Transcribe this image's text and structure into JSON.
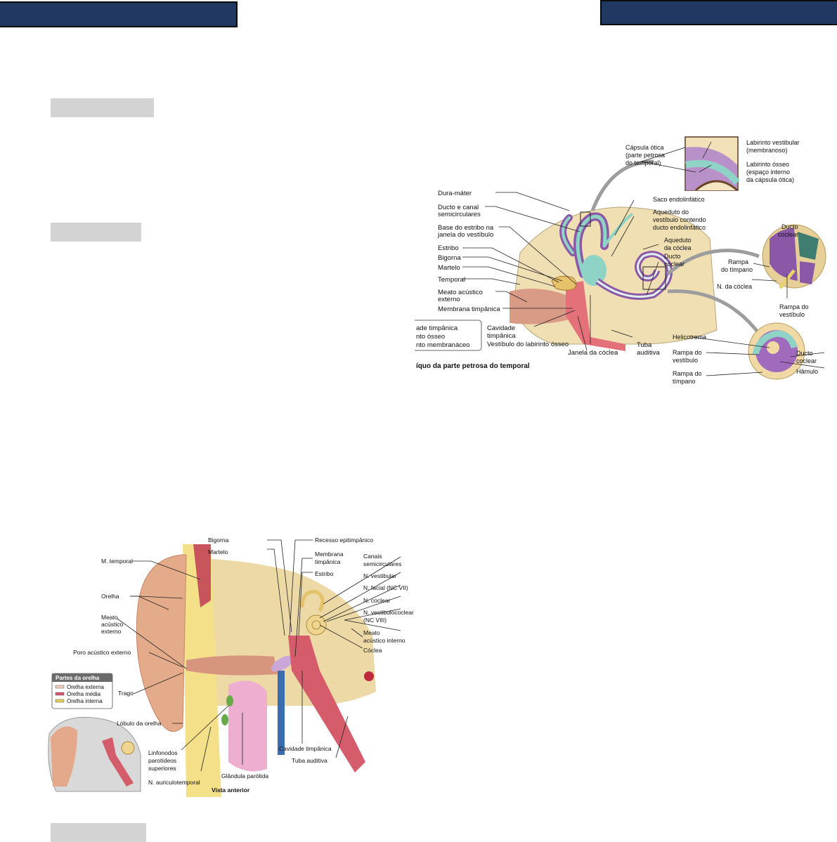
{
  "header": {
    "left_bar": "",
    "right_bar": ""
  },
  "colors": {
    "header_bar": "#213862",
    "redaction_block": "#d3d3d3"
  },
  "figure_top": {
    "caption_partial": "íquo da parte petrosa do temporal",
    "legend_partial": [
      "ade timpânica",
      "nto ósseo",
      "nto membranáceo"
    ],
    "labels_left": [
      "Dura-máter",
      "Ducto e canal",
      "semicirculares",
      "Base do estribo na",
      "janela do vestíbulo",
      "Estribo",
      "Bigorna",
      "Martelo",
      "Temporal",
      "Meato acústico",
      "externo",
      "Membrana timpânica"
    ],
    "labels_bottom": {
      "cavidade_1": "Cavidade",
      "cavidade_2": "timpânica",
      "vestibulo": "Vestíbulo do labirinto ósseo",
      "janela": "Janela da cóclea",
      "tuba_1": "Tuba",
      "tuba_2": "auditiva"
    },
    "inset_capsule": {
      "capsula_1": "Cápsula ótica",
      "capsula_2": "(parte petrosa",
      "capsula_3": "do temporal)",
      "lab_vest_1": "Labirinto vestibular",
      "lab_vest_2": "(membranoso)",
      "lab_osseo_1": "Labirinto ósseo",
      "lab_osseo_2": "(espaço interno",
      "lab_osseo_3": "da cápsula ótica)"
    },
    "labels_middle_right": {
      "saco": "Saco endolinfático",
      "aqued_vest_1": "Aqueduto do",
      "aqued_vest_2": "vestíbulo contendo",
      "aqued_vest_3": "ducto endolinfático",
      "aqued_coc_1": "Aqueduto",
      "aqued_coc_2": "da cóclea",
      "ducto_1": "Ducto",
      "ducto_2": "coclear"
    },
    "inset_cross_section": {
      "ducto_1": "Ducto",
      "ducto_2": "coclear",
      "rampa_t_1": "Rampa",
      "rampa_t_2": "do tímpano",
      "n_coclea": "N. da cóclea",
      "rampa_v_1": "Rampa do",
      "rampa_v_2": "vestíbulo"
    },
    "inset_spiral": {
      "helicotrema": "Helicotrema",
      "rampa_v_1": "Rampa do",
      "rampa_v_2": "vestíbulo",
      "rampa_t_1": "Rampa do",
      "rampa_t_2": "tímpano",
      "ducto_1": "Ducto",
      "ducto_2": "coclear",
      "hamulo": "Hâmulo"
    }
  },
  "figure_bottom": {
    "caption": "Vista anterior",
    "labels_left": {
      "m_temporal": "M. temporal",
      "orelha": "Orelha",
      "meato_1": "Meato",
      "meato_2": "acústico",
      "meato_3": "externo",
      "poro": "Poro acústico externo",
      "trago": "Trago",
      "lobulo": "Lóbulo da orelha",
      "linf_1": "Linfonodos",
      "linf_2": "parotídeos",
      "linf_3": "superiores",
      "n_aur": "N. auriculotemporal"
    },
    "labels_top": {
      "bigorna": "Bigorna",
      "martelo": "Martelo",
      "recesso": "Recesso epitimpânico",
      "membrana_1": "Membrana",
      "membrana_2": "timpânica",
      "estribo": "Estribo"
    },
    "labels_right": {
      "canais_1": "Canais",
      "canais_2": "semicirculares",
      "n_vest": "N. vestibular",
      "n_facial": "N. facial (NC VII)",
      "n_coclear": "N. coclear",
      "n_vc_1": "N. vestibulococlear",
      "n_vc_2": "(NC VIII)",
      "meato_int_1": "Meato",
      "meato_int_2": "acústico interno",
      "coclea": "Cóclea"
    },
    "labels_lower": {
      "cavidade": "Cavidade timpânica",
      "tuba": "Tuba auditiva",
      "glandula": "Glândula parótida"
    },
    "legend": {
      "title": "Partes da orelha",
      "items": [
        {
          "label": "Orelha externa",
          "color": "#f3cfb8"
        },
        {
          "label": "Orelha média",
          "color": "#d9546e"
        },
        {
          "label": "Orelha interna",
          "color": "#e6cf5a"
        }
      ]
    }
  }
}
